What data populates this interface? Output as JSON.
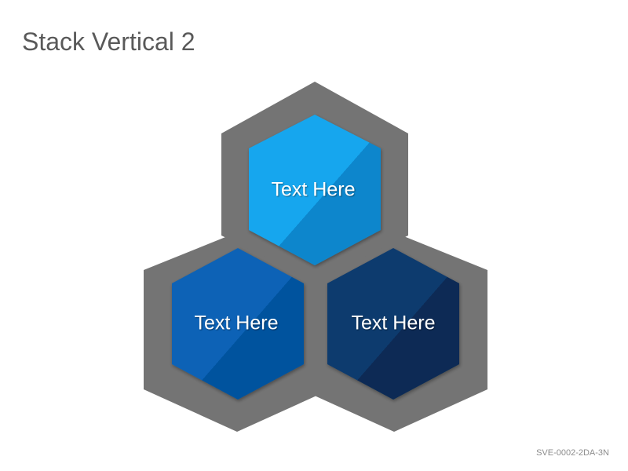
{
  "slide": {
    "title": "Stack Vertical 2",
    "footer_code": "SVE-0002-2DA-3N"
  },
  "diagram": {
    "frame_color": "#747474",
    "hexagons": [
      {
        "id": "top",
        "label": "Text Here",
        "color_light": "#12a6ee",
        "color_dark": "#0a86cc"
      },
      {
        "id": "left",
        "label": "Text Here",
        "color_light": "#0a62b6",
        "color_dark": "#05529e"
      },
      {
        "id": "right",
        "label": "Text Here",
        "color_light": "#0d3a6e",
        "color_dark": "#072c55"
      }
    ]
  }
}
